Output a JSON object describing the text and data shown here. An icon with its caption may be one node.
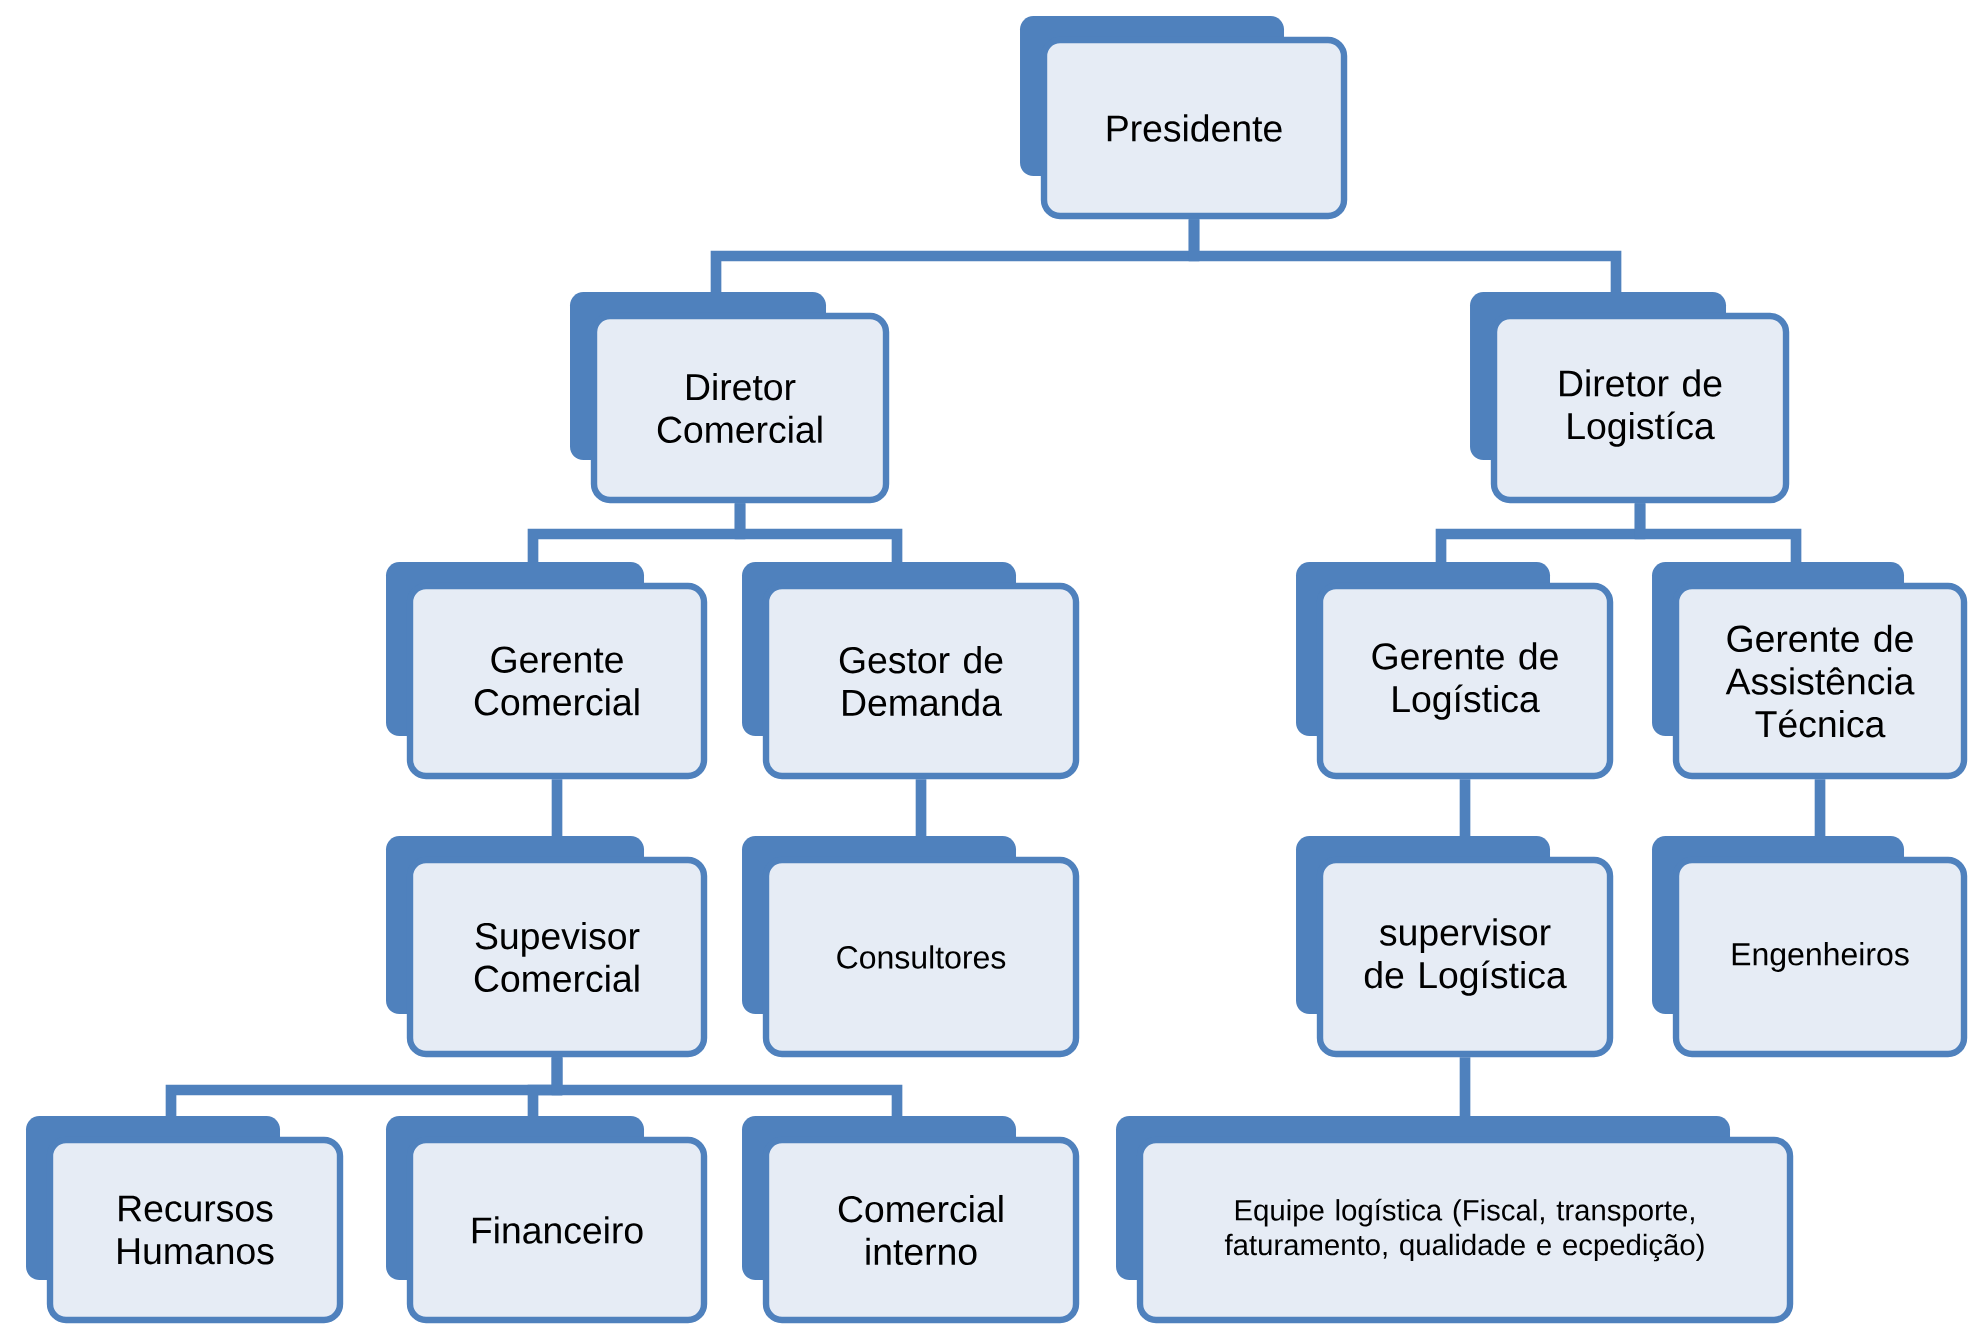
{
  "diagram": {
    "nodes": [
      {
        "text": [
          "Presidente"
        ]
      },
      {
        "text": [
          "Diretor Comercial"
        ]
      },
      {
        "text": [
          "Diretor de Logistíca"
        ]
      },
      {
        "text": [
          "Gerente Comercial"
        ]
      },
      {
        "text": [
          "Gestor de Demanda"
        ]
      },
      {
        "text": [
          "Gerente de Logística"
        ]
      },
      {
        "text": [
          "Gerente de Assistência Técnica"
        ]
      },
      {
        "text": [
          "Supevisor Comercial"
        ]
      },
      {
        "text": [
          "Consultores"
        ]
      },
      {
        "text": [
          "supervisor de Logística"
        ]
      },
      {
        "text": [
          "Engenheiros"
        ]
      },
      {
        "text": [
          "Recursos Humanos"
        ]
      },
      {
        "text": [
          "Financeiro"
        ]
      },
      {
        "text": [
          "Comercial interno"
        ]
      },
      {
        "text": [
          "Equipe logística (Fiscal, transporte, faturamento, qualidade e ecpedição)"
        ]
      }
    ],
    "edges": [
      {
        "from": 0,
        "to": 1,
        "arrow": "none"
      },
      {
        "from": 0,
        "to": 2,
        "arrow": "none"
      },
      {
        "from": 1,
        "to": 3,
        "arrow": "none"
      },
      {
        "from": 1,
        "to": 4,
        "arrow": "none"
      },
      {
        "from": 2,
        "to": 5,
        "arrow": "none"
      },
      {
        "from": 2,
        "to": 6,
        "arrow": "none"
      },
      {
        "from": 3,
        "to": 7,
        "arrow": "none"
      },
      {
        "from": 4,
        "to": 8,
        "arrow": "none"
      },
      {
        "from": 5,
        "to": 9,
        "arrow": "none"
      },
      {
        "from": 6,
        "to": 10,
        "arrow": "none"
      },
      {
        "from": 7,
        "to": 11,
        "arrow": "none"
      },
      {
        "from": 7,
        "to": 12,
        "arrow": "none"
      },
      {
        "from": 7,
        "to": 13,
        "arrow": "none"
      },
      {
        "from": 9,
        "to": 14,
        "arrow": "none"
      }
    ]
  }
}
